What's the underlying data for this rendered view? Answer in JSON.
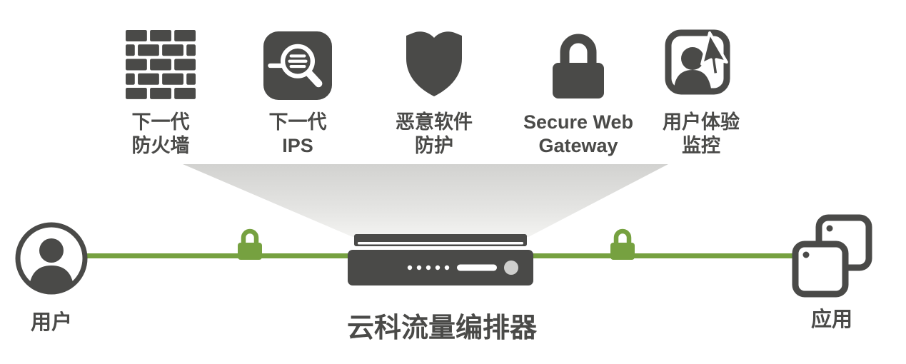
{
  "services": [
    {
      "icon": "firewall-icon",
      "line1": "下一代",
      "line2": "防火墙"
    },
    {
      "icon": "ips-magnifier-icon",
      "line1": "下一代",
      "line2": "IPS"
    },
    {
      "icon": "shield-icon",
      "line1": "恶意软件",
      "line2": "防护"
    },
    {
      "icon": "padlock-icon",
      "line1": "Secure Web",
      "line2": "Gateway"
    },
    {
      "icon": "user-monitor-icon",
      "line1": "用户体验",
      "line2": "监控"
    }
  ],
  "endpoints": {
    "user_label": "用户",
    "app_label": "应用",
    "user_icon": "person-circle-icon",
    "app_icon": "stacked-apps-icon"
  },
  "appliance": {
    "label": "云科流量编排器",
    "icon": "network-appliance-icon"
  },
  "flow": {
    "left_lock_icon": "green-lock-icon",
    "right_lock_icon": "green-lock-icon"
  },
  "colors": {
    "dark_gray": "#4a4a48",
    "green": "#76a140",
    "funnel_gray": "#d2d2d0"
  }
}
